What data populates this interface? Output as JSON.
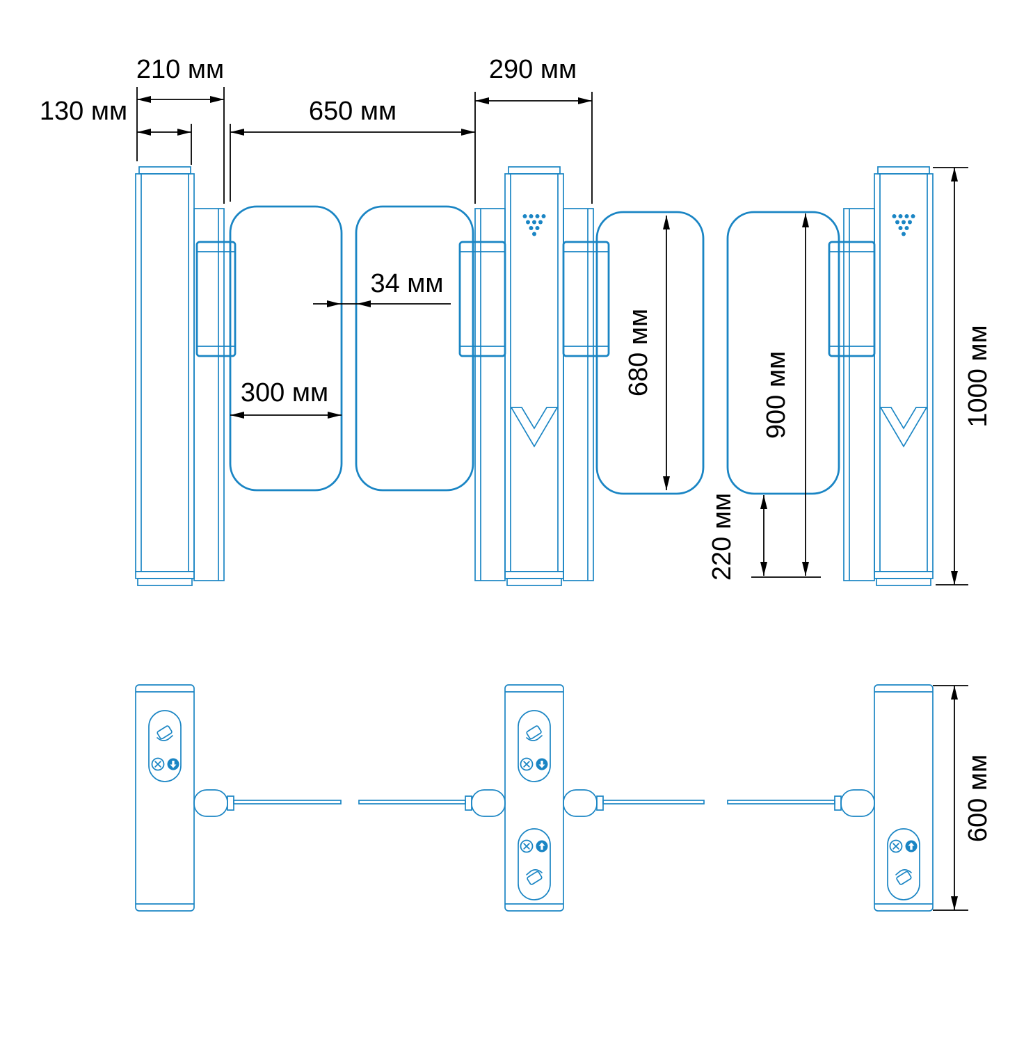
{
  "drawing": {
    "subject": "speed-gate-turnstile-dimension-drawing",
    "unit_suffix": "мм",
    "colors": {
      "outline_blue": "#1a85c4",
      "dimension_black": "#000000",
      "background": "#ffffff"
    },
    "front_view": {
      "name": "front-elevation",
      "dimensions": {
        "cabinet_width_top": "210 мм",
        "side_offset": "130 мм",
        "passage_width": "650 мм",
        "center_cabinet_width": "290 мм",
        "glass_gap": "34 мм",
        "wing_width": "300 мм",
        "wing_height": "680 мм",
        "wing_top_height": "900 мм",
        "wing_bottom_clearance": "220 мм",
        "total_height": "1000 мм"
      }
    },
    "plan_view": {
      "name": "top-plan",
      "dimensions": {
        "cabinet_depth": "600 мм"
      }
    },
    "icons": {
      "card_reader": "card-reader-tap-icon",
      "no_entry": "crossed-circle-icon",
      "enter_down": "down-arrow-circle-icon",
      "enter_up": "up-arrow-circle-icon",
      "led_cluster": "led-dots-triangle",
      "direction_chevron": "down-chevron-outline"
    }
  }
}
